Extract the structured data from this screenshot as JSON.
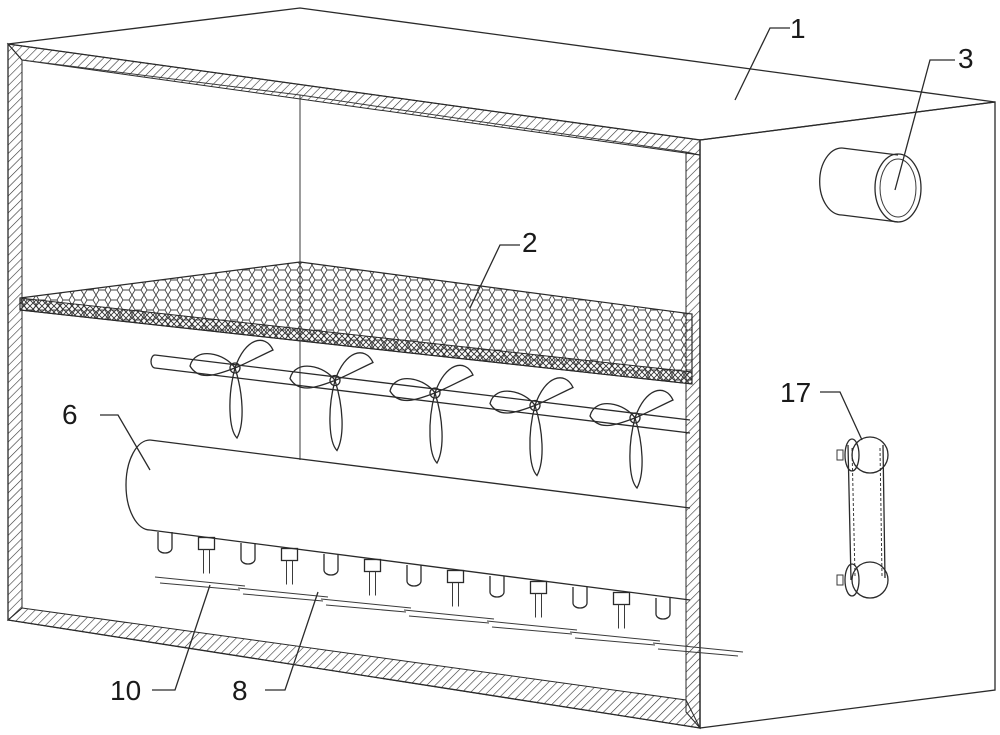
{
  "figure": {
    "labels": [
      {
        "id": "housing",
        "text": "1"
      },
      {
        "id": "filter-screen",
        "text": "2"
      },
      {
        "id": "inlet-pipe",
        "text": "3"
      },
      {
        "id": "spray-tube",
        "text": "6"
      },
      {
        "id": "stirring-rod",
        "text": "8"
      },
      {
        "id": "nozzle",
        "text": "10"
      },
      {
        "id": "belt-drive",
        "text": "17"
      }
    ]
  },
  "colors": {
    "line": "#2a2a2a",
    "background": "#ffffff"
  }
}
